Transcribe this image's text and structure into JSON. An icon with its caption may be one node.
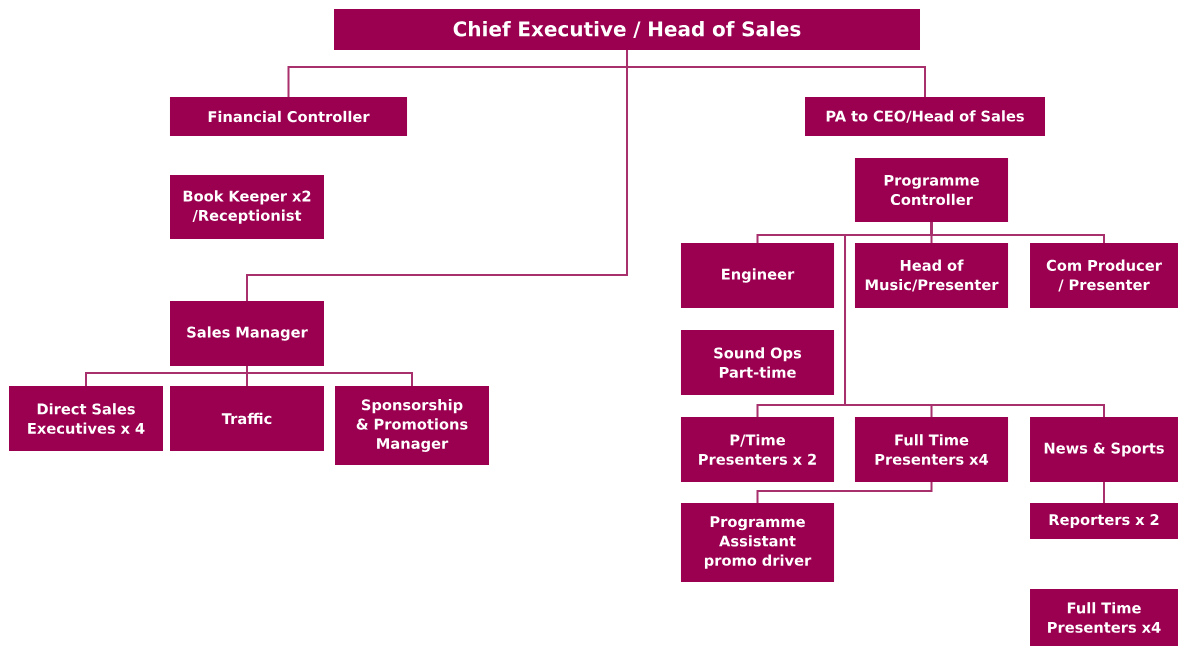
{
  "diagram": {
    "nodes": [
      {
        "text": [
          "Chief Executive / Head of Sales"
        ]
      },
      {
        "text": [
          "Financial Controller"
        ]
      },
      {
        "text": [
          "PA to CEO/Head of Sales"
        ]
      },
      {
        "text": [
          "Book Keeper x2 /Receptionist"
        ]
      },
      {
        "text": [
          "Programme Controller"
        ]
      },
      {
        "text": [
          "Engineer"
        ]
      },
      {
        "text": [
          "Head of Music/Presenter"
        ]
      },
      {
        "text": [
          "Com Producer / Presenter"
        ]
      },
      {
        "text": [
          "Sales Manager"
        ]
      },
      {
        "text": [
          "Sound Ops Part-time"
        ]
      },
      {
        "text": [
          "Direct Sales Executives x 4"
        ]
      },
      {
        "text": [
          "Traffic"
        ]
      },
      {
        "text": [
          "Sponsorship & Promotions Manager"
        ]
      },
      {
        "text": [
          "P/Time Presenters x 2"
        ]
      },
      {
        "text": [
          "Full Time Presenters x4"
        ]
      },
      {
        "text": [
          "News & Sports"
        ]
      },
      {
        "text": [
          "Programme Assistant promo driver"
        ]
      },
      {
        "text": [
          "Reporters x 2"
        ]
      },
      {
        "text": [
          "Full Time Presenters x4"
        ]
      }
    ],
    "edges": [
      {
        "from": 0,
        "to": 1,
        "arrow": "none"
      },
      {
        "from": 0,
        "to": 2,
        "arrow": "none"
      },
      {
        "from": 0,
        "to": 8,
        "arrow": "none"
      },
      {
        "from": 8,
        "to": 10,
        "arrow": "none"
      },
      {
        "from": 8,
        "to": 11,
        "arrow": "none"
      },
      {
        "from": 8,
        "to": 12,
        "arrow": "none"
      },
      {
        "from": 4,
        "to": 5,
        "arrow": "none"
      },
      {
        "from": 4,
        "to": 6,
        "arrow": "none"
      },
      {
        "from": 4,
        "to": 7,
        "arrow": "none"
      },
      {
        "from": 4,
        "to": 13,
        "arrow": "none"
      },
      {
        "from": 4,
        "to": 14,
        "arrow": "none"
      },
      {
        "from": 4,
        "to": 15,
        "arrow": "none"
      },
      {
        "from": 14,
        "to": 16,
        "arrow": "none"
      },
      {
        "from": 15,
        "to": 17,
        "arrow": "none"
      }
    ]
  }
}
